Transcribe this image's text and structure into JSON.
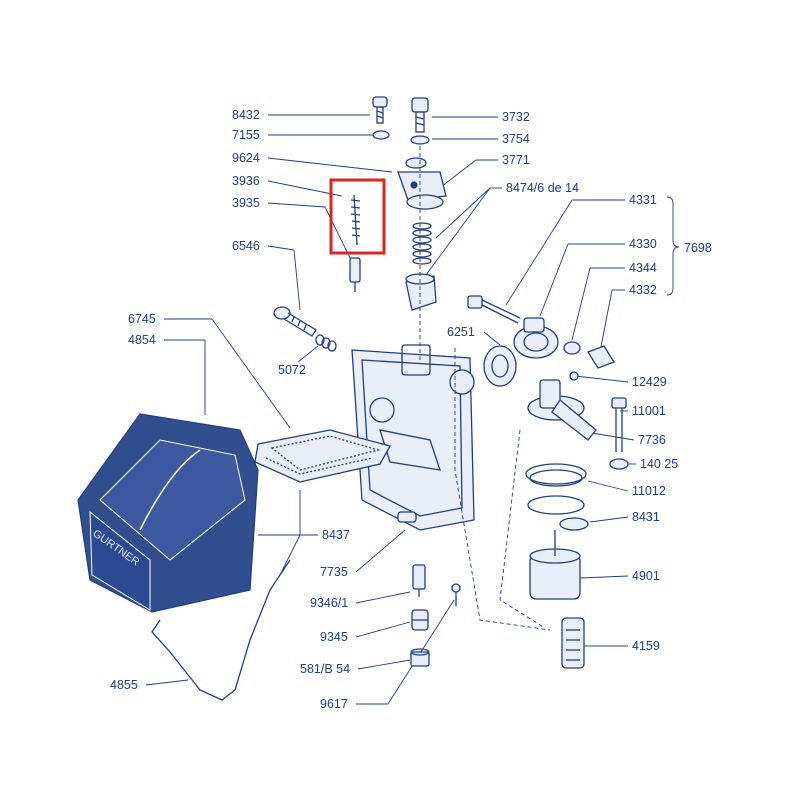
{
  "colors": {
    "ink": "#1f3f86",
    "highlight": "#e0241b",
    "background": "#ffffff"
  },
  "labels": {
    "p8432": "8432",
    "p7155": "7155",
    "p9624": "9624",
    "p3936": "3936",
    "p3935": "3935",
    "p6546": "6546",
    "p6745": "6745",
    "p4854": "4854",
    "p5072": "5072",
    "p3732": "3732",
    "p3754": "3754",
    "p3771": "3771",
    "p8474": "8474/6 de 14",
    "p4331": "4331",
    "p4330": "4330",
    "p4344": "4344",
    "p4332": "4332",
    "p7698": "7698",
    "p6251": "6251",
    "p12429": "12429",
    "p11001": "11001",
    "p7736": "7736",
    "p14025": "140 25",
    "p11012": "11012",
    "p8431": "8431",
    "p4901": "4901",
    "p4159": "4159",
    "p8437": "8437",
    "p7735": "7735",
    "p9346": "9346/1",
    "p9345": "9345",
    "p581": "581/B 54",
    "p9617": "9617",
    "p4855": "4855"
  },
  "brand_text": "GURTNER"
}
